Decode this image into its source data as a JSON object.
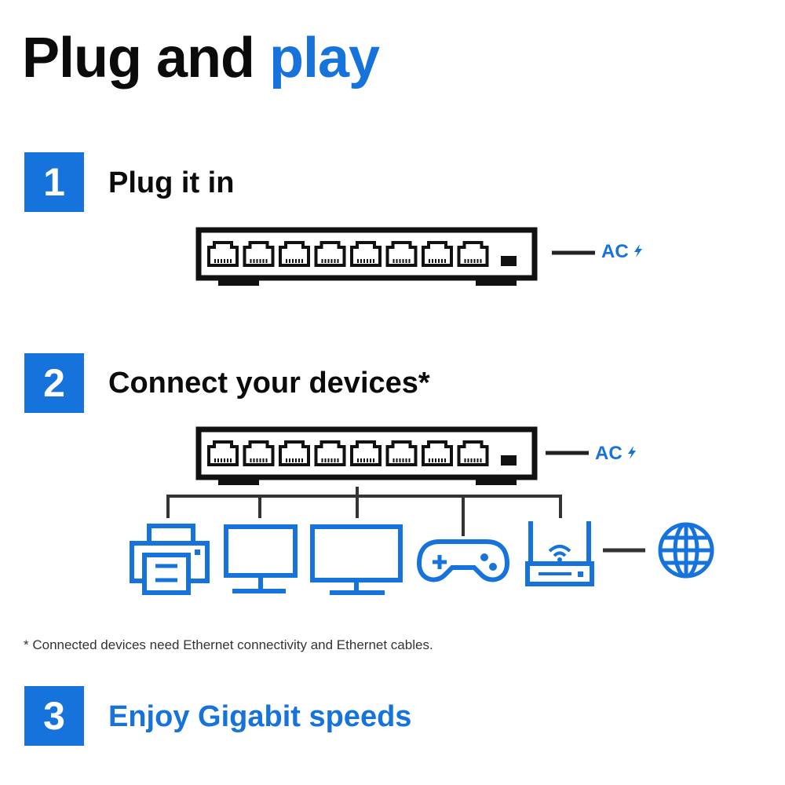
{
  "title": {
    "part1": "Plug and",
    "part2": "play"
  },
  "steps": [
    {
      "number": "1",
      "label": "Plug it in"
    },
    {
      "number": "2",
      "label": "Connect your devices*"
    },
    {
      "number": "3",
      "label": "Enjoy Gigabit speeds"
    }
  ],
  "switch": {
    "port_count": 8,
    "power_label": "AC"
  },
  "devices": [
    "printer-icon",
    "desktop-monitor-icon",
    "monitor-icon",
    "game-controller-icon",
    "wifi-router-icon"
  ],
  "internet": "globe-icon",
  "footnote": "* Connected devices need Ethernet connectivity and Ethernet cables.",
  "colors": {
    "accent": "#1673db",
    "text": "#0b0b0b",
    "footnote": "#333333"
  }
}
